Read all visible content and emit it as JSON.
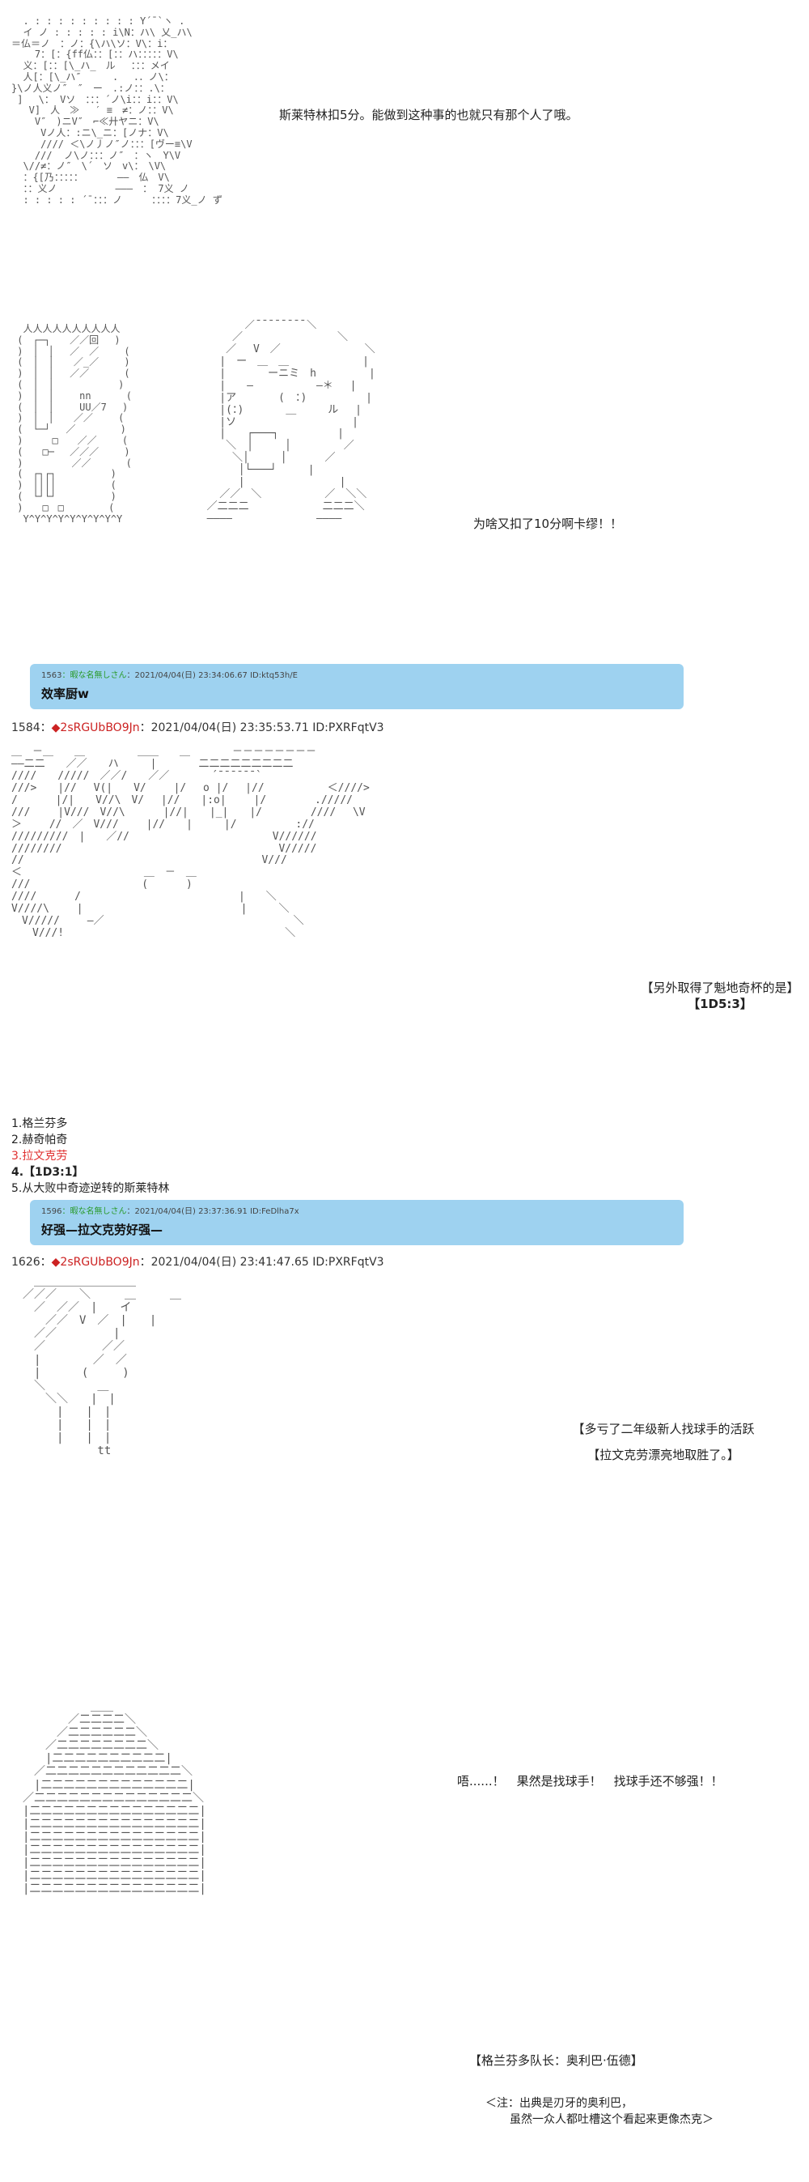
{
  "art": {
    "a1": "  . : : : : : : : : : Y´¯`ヽ .\n  イ ノ : : : : : i\\N：ハ\\ 乂_ハ\\\n＝仏＝ノ　：ノ：{\\ハ\\ソ：V\\：i：\n    7：[：{ff仏：：[：：ハ：：：：：V\\\n  义：[：：[\\_ハ_　ル　 ：：：メイ\n  人[：[\\_ハ″　 　 . 　．．ノ\\：\n}\\ノ人义ノ″　″　ー　.:ノ：：.\\：\n ]　 \\： Vソ　：：：´ノ\\i：：i：：V\\\n   V]　人　≫　 ′ ≡　≠：ノ：：V\\\n    V″　)ニV″　⌐≪廾ヤニ：V\\\n     Vノ人：:ニ\\_ニ：[ノナ：V\\\n     //// ＜\\ノ丿ノ″ノ：：：[ヴー≡\\V\n    ///  ノ\\ノ：：：ノ″　：ヽ　Y\\V\n  \\//≠：ノ″　\\´　ソ　v\\：　\\V\\\n  ：{[乃：：：：：　　　　――　仏　V\\\n  ：：义ノ　　　　　　———　： 7义 ノ\n  : : : : : ´¯：：：ノ　　　：：：：7义_ノ ず",
    "a2": "  人人人人人人人人人人\n (　┌─┐　　／／回　 )\n )　│　│　 ／　／　　 (\n (　│　│　　／_／　　 )\n )　│　│　 ／／　　　 (\n (　│　│　　　　　　 )\n )　│　│　　 nn　　　 (\n (　│　│　　 UU／7　 )\n )　│　│　　／／　　 (\n (　└─┘　 ／　　　　 )\n )　　　□　　／／　　 (\n (　　□─　 ／／／　　 )\n )　　　　　／／　　　 (\n (　┌┐┌┐　　　　　 )\n )　││││　　　　　 (\n (　└┘└┘　　　　　 )\n )　　□　□　　　　 (\n  Y^Y^Y^Y^Y^Y^Y^Y^Y",
    "a3": "        ／¯¯¯¯¯¯¯¯＼\n      ／　　　　　　　　　＼\n     ／　 V　／　　　　　　　　＼\n    |　ー　＿　＿　　　　　　　|\n    |　　　　ーニミ　h　　　　　|\n    |　　―　　　　　　―＊　 |\n    |ア　　　　(　：)　　　　　 |\n    |(：)　　　　＿　　　ル　 |\n    |ソ　　　　　　　　　　　|\n    |　　┌───┐　　　　　 |\n     ＼　│　　　│　　　　　／\n      ＼│　　　│　　　 ／\n       │└───┘　　　|\n       |　　　　　　　　　|\n    ／／　＼　　　　　　／　＼＼\n  ／二二二　　　　　　　二二二＼\n  ――――　　　　　　　　――――",
    "a4": "＿　－＿　　＿　　　　　＿＿　　＿　　　　－－－－－－－－\n――二二　　／／　　ハ　　　|　　　　二二二二二二二二二\n////　　/////　／／/　　／／　　　　´¯¯¯¯¯¯`　　　　\n///>　　|//　 V(|　　V/　　 |/　 o |/　 |//　　　　　　＜////>\n/　　　 |/|　　V//\\　V/　 |//　　|:o|　　 |/　　　　 ./////\n///　　 |V///　V//\\　　　 |//|　　|_|　　|/　　　　 ////　 \\V\n＞　　 //　／　V///　　 |//　　|　　　|/　　　　　 ://\n/////////　|　　／//　　　　　　　　　　　　　 V//////\n////////　　　　　　　　　　　　　　　　　　　　 V/////\n//　　　　　　　　　　　　　　　　　　　　　　 V///\n＜　　　　　　　　　　　 ＿　－　＿　　　　　　　　　　\n///　　　　　　　　　　 (　　　 )　　　　　　　　　\n////　　　 /　　　　　　　　　　　　　　　|　　＼\nV////\\　　 |　　　　　　　　　　　　　　　|　　　＼\n　V/////　　 ―／　　　　　　　　　　　　　　　　　　＼\n　　V///!　　　　　　　　　　　　　　　　　　　　　＼",
    "a5": "　　＿＿＿＿＿＿＿＿＿　　　　　　　　　　\n　／／／　　＼　　　＿　　　＿　　　　　　\n　　／　／／　|　　イ　　　　　　　　　　　　\n　　　／／　V　／　|　　|　　　　　　　　　　\n　　／／　　　　　|　　　　　　　　　　　　　\n　　／　　　　　／／　　　　　　　　　　　\n　　|　　　　 ／　／　　　　　　　　　　　　\n　　|　　　 (　　　)　　　　　　　　　　　\n　　＼　　　　 ＿　　　　　　　　　　　　\n　　　＼＼　　|　|　　　　　　　　　　　\n　　　　|　　|　|　　　　　　　　　　\n　　　　|　　|　|　　　　　　　　　　\n　　　　|　　|　|　　　　　　　　　　\n　　　　　　　 tt　　　　　　　　　\n　　　　　　　　　　　　　　　　　　",
    "a6": "　　　　　　　＿＿　　　　　　　　　　\n　　　　　／二二二二＼　　　　　　　　\n　　　　／二二二二二二＼　　　　　　　\n　　　／二二二二二二二二＼　　　　　　\n　　　|二二二二二二二二二二|　　　　　\n　　／二二二二二二二二二二二二＼　　　　\n　　|二二二二二二二二二二二二二|　　　\n　／二二二二二二二二二二二二二二＼　　\n　|二二二二二二二二二二二二二二二|　\n　|二二二二二二二二二二二二二二二|　\n　|二二二二二二二二二二二二二二二|　\n　|二二二二二二二二二二二二二二二|　\n　|二二二二二二二二二二二二二二二|　\n　|二二二二二二二二二二二二二二二|　\n　|二二二二二二二二二二二二二二二|　"
  },
  "captions": {
    "c1": "斯莱特林扣5分。能做到这种事的也就只有那个人了哦。",
    "c2": "为啥又扣了10分啊卡缪！！",
    "c3a": "【另外取得了魁地奇杯的是】",
    "c3b": "【1D5:3】",
    "c4a": "【多亏了二年级新人找球手的活跃",
    "c4b": "【拉文克劳漂亮地取胜了。】",
    "c5": "唔......！　果然是找球手！　找球手还不够强！！",
    "c6": "【格兰芬多队长：奥利巴·伍德】",
    "c7a": "＜注：出典是刃牙的奥利巴，",
    "c7b": "虽然一众人都吐槽这个看起来更像杰克＞"
  },
  "posts": [
    {
      "no": "1563",
      "name": "：暇な名無しさん",
      "meta": "：2021/04/04(日) 23:34:06.67 ID:ktq53h/E",
      "body": "效率厨w"
    },
    {
      "no": "1596",
      "name": "：暇な名無しさん",
      "meta": "：2021/04/04(日) 23:37:36.91 ID:FeDlha7x",
      "body": "好强—拉文克劳好强—"
    }
  ],
  "headers": [
    {
      "no": "1584",
      "id": "◆2sRGUbBO9Jn",
      "meta": "：2021/04/04(日) 23:35:53.71 ID:PXRFqtV3"
    },
    {
      "no": "1626",
      "id": "◆2sRGUbBO9Jn",
      "meta": "：2021/04/04(日) 23:41:47.65 ID:PXRFqtV3"
    }
  ],
  "list": [
    "1.格兰芬多",
    "2.赫奇帕奇",
    "3.拉文克劳",
    "4.【1D3:1】",
    "5.从大败中奇迹逆转的斯莱特林"
  ],
  "colors": {
    "post_bg": "#9ed2f0",
    "highlight": "#e03030",
    "trip": "#cc2222",
    "name": "#2a9a2a"
  }
}
